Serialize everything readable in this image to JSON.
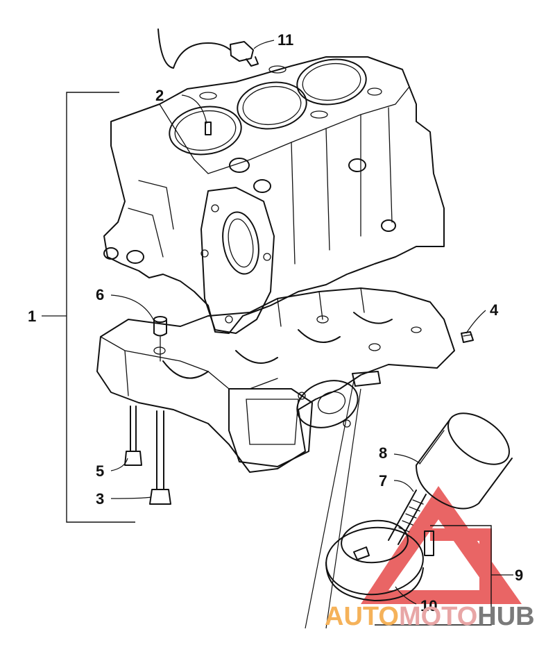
{
  "callouts": [
    {
      "id": "1",
      "label": "1"
    },
    {
      "id": "2",
      "label": "2"
    },
    {
      "id": "3",
      "label": "3"
    },
    {
      "id": "4",
      "label": "4"
    },
    {
      "id": "5",
      "label": "5"
    },
    {
      "id": "6",
      "label": "6"
    },
    {
      "id": "7",
      "label": "7"
    },
    {
      "id": "8",
      "label": "8"
    },
    {
      "id": "9",
      "label": "9"
    },
    {
      "id": "10",
      "label": "10"
    },
    {
      "id": "11",
      "label": "11"
    }
  ],
  "watermark": {
    "part1": "AUTO",
    "part2": "MOTO",
    "part3": "HUB",
    "color1": "#f5b25a",
    "color2": "#e8a6a6",
    "color3": "#7a7a7a",
    "triangle_color": "#e64b4b"
  }
}
